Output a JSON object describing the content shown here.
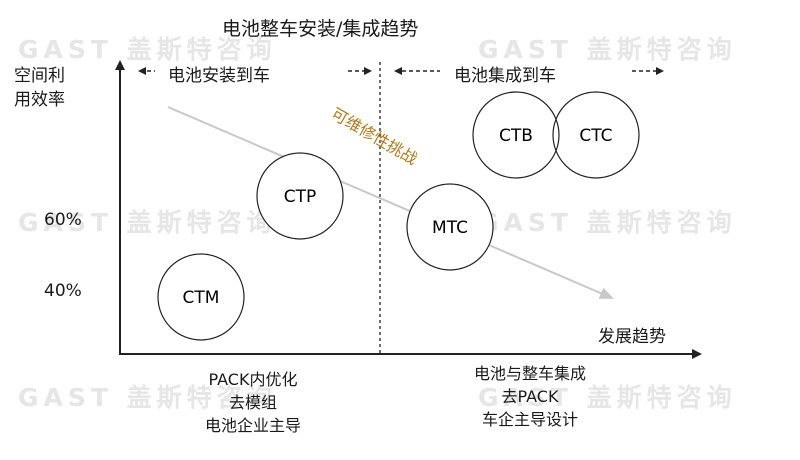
{
  "title": "电池整车安装/集成趋势",
  "watermark": "GAST 盖斯特咨询",
  "y_axis_label_line1": "空间利",
  "y_axis_label_line2": "用效率",
  "y_ticks": [
    "60%",
    "40%"
  ],
  "x_axis_label": "发展趋势",
  "left_phase": "电池安装到车",
  "right_phase": "电池集成到车",
  "trend_label": "可维修性挑战",
  "bubbles": [
    "CTM",
    "CTP",
    "MTC",
    "CTB",
    "CTC"
  ],
  "bottom_left": [
    "PACK内优化",
    "去模组",
    "电池企业主导"
  ],
  "bottom_right": [
    "电池与整车集成",
    "去PACK",
    "车企主导设计"
  ],
  "colors": {
    "trend_label": "#b07a1c",
    "arrow": "#c8c8c8",
    "line": "#222222"
  }
}
